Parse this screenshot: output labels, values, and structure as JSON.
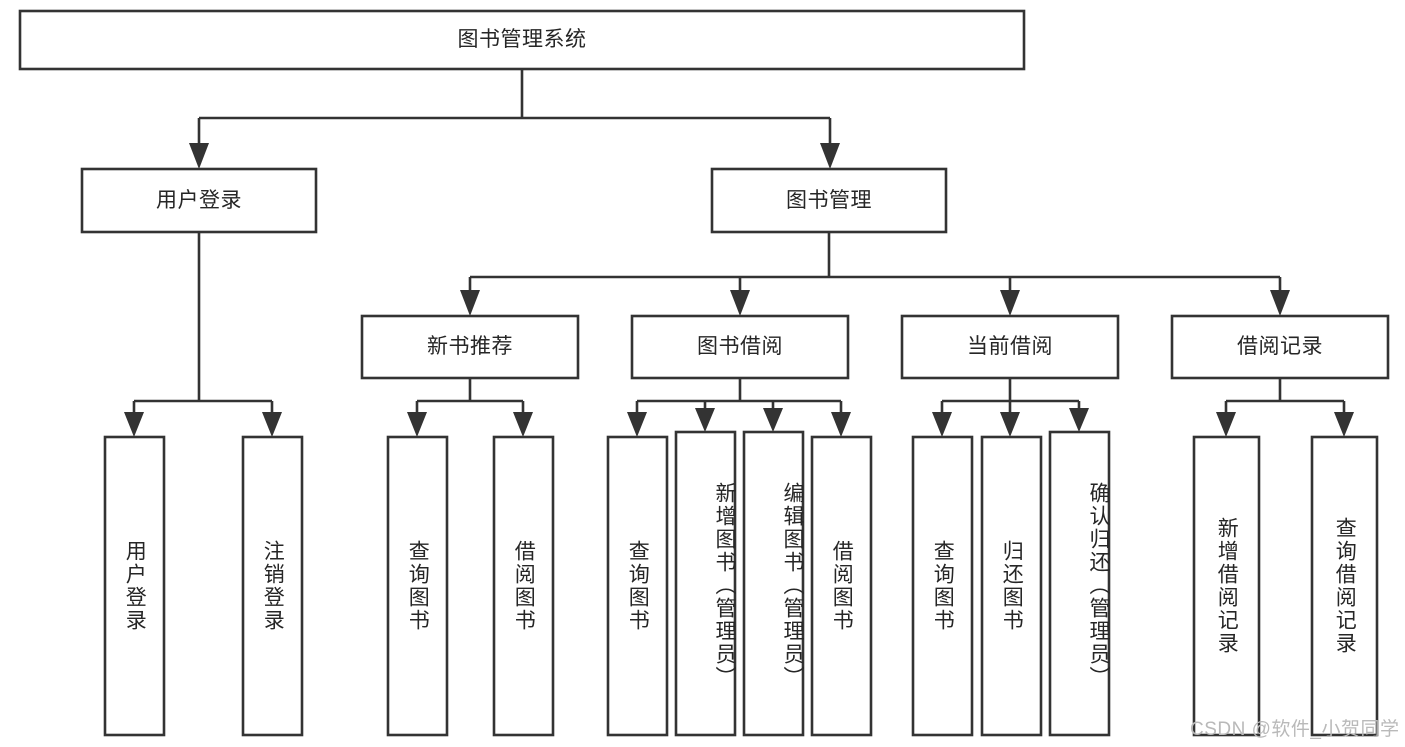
{
  "diagram": {
    "type": "tree-hierarchy-chart",
    "title": "图书管理系统",
    "watermark": "CSDN @软件_小贺同学",
    "colors": {
      "stroke": "#333333",
      "fill": "#ffffff",
      "text": "#262626",
      "watermark": "#b9b9b9",
      "background": "#ffffff"
    },
    "levels": [
      {
        "level": 0,
        "nodes": [
          {
            "id": "root",
            "label": "图书管理系统",
            "orientation": "horizontal"
          }
        ]
      },
      {
        "level": 1,
        "nodes": [
          {
            "id": "user-login",
            "label": "用户登录",
            "orientation": "horizontal"
          },
          {
            "id": "book-manage",
            "label": "图书管理",
            "orientation": "horizontal"
          }
        ]
      },
      {
        "level": 2,
        "nodes": [
          {
            "id": "new-book-recommend",
            "label": "新书推荐",
            "orientation": "horizontal"
          },
          {
            "id": "book-borrow",
            "label": "图书借阅",
            "orientation": "horizontal"
          },
          {
            "id": "current-borrow",
            "label": "当前借阅",
            "orientation": "horizontal"
          },
          {
            "id": "borrow-record",
            "label": "借阅记录",
            "orientation": "horizontal"
          }
        ]
      },
      {
        "level": 3,
        "nodes": [
          {
            "id": "leaf-user-login",
            "label": "用户登录",
            "parent": "user-login",
            "orientation": "vertical"
          },
          {
            "id": "leaf-user-logout",
            "label": "注销登录",
            "parent": "user-login",
            "orientation": "vertical"
          },
          {
            "id": "leaf-query-book-1",
            "label": "查询图书",
            "parent": "new-book-recommend",
            "orientation": "vertical"
          },
          {
            "id": "leaf-borrow-book-1",
            "label": "借阅图书",
            "parent": "new-book-recommend",
            "orientation": "vertical"
          },
          {
            "id": "leaf-query-book-2",
            "label": "查询图书",
            "parent": "book-borrow",
            "orientation": "vertical"
          },
          {
            "id": "leaf-add-book",
            "label": "新增图书（管理员）",
            "parent": "book-borrow",
            "orientation": "vertical"
          },
          {
            "id": "leaf-edit-book",
            "label": "编辑图书（管理员）",
            "parent": "book-borrow",
            "orientation": "vertical"
          },
          {
            "id": "leaf-borrow-book-2",
            "label": "借阅图书",
            "parent": "book-borrow",
            "orientation": "vertical"
          },
          {
            "id": "leaf-query-book-3",
            "label": "查询图书",
            "parent": "current-borrow",
            "orientation": "vertical"
          },
          {
            "id": "leaf-return-book",
            "label": "归还图书",
            "parent": "current-borrow",
            "orientation": "vertical"
          },
          {
            "id": "leaf-confirm-return",
            "label": "确认归还（管理员）",
            "parent": "current-borrow",
            "orientation": "vertical"
          },
          {
            "id": "leaf-add-record",
            "label": "新增借阅记录",
            "parent": "borrow-record",
            "orientation": "vertical"
          },
          {
            "id": "leaf-query-record",
            "label": "查询借阅记录",
            "parent": "borrow-record",
            "orientation": "vertical"
          }
        ]
      }
    ]
  }
}
